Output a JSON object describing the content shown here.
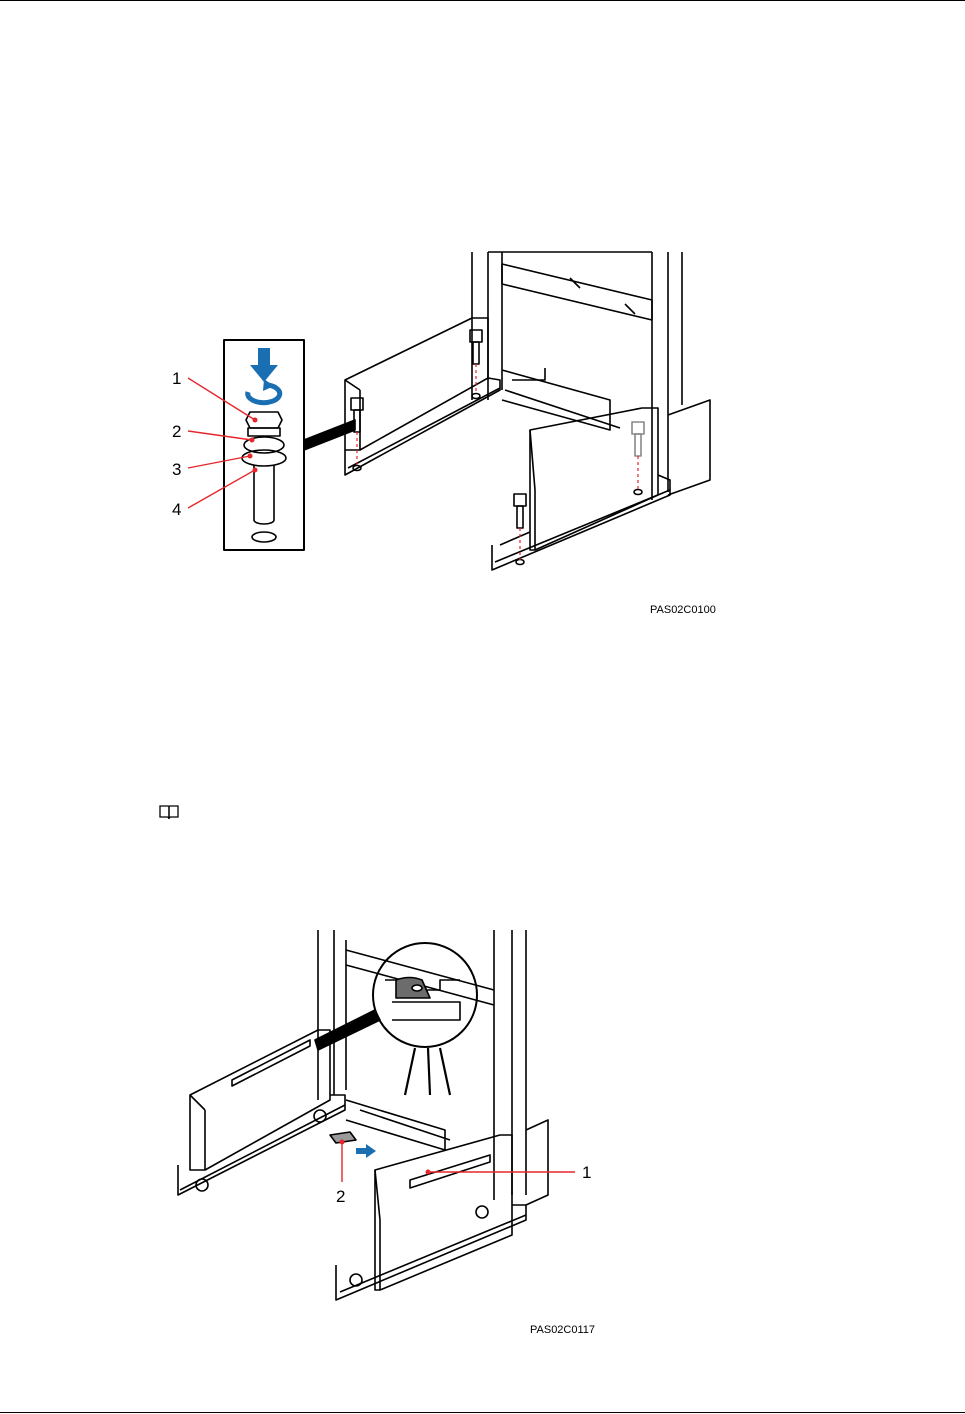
{
  "figure1": {
    "callouts": [
      "1",
      "2",
      "3",
      "4"
    ],
    "code": "PAS02C0100"
  },
  "note": {
    "icon": "book-icon"
  },
  "figure2": {
    "callouts": [
      "1",
      "2"
    ],
    "code": "PAS02C0117"
  },
  "colors": {
    "callout_line": "#e5262b",
    "arrow_blue": "#1a6fb3",
    "line": "#000000"
  }
}
